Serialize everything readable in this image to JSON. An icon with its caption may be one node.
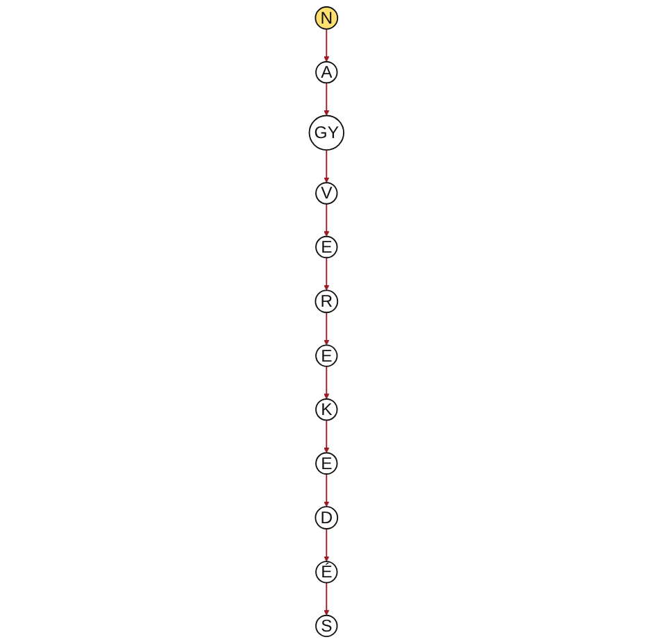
{
  "diagram": {
    "nodes": [
      {
        "text": [
          "N"
        ]
      },
      {
        "text": [
          "É"
        ]
      },
      {
        "text": [
          "V"
        ]
      },
      {
        "text": [
          "E"
        ]
      },
      {
        "text": [
          "E"
        ]
      },
      {
        "text": [
          "A"
        ]
      },
      {
        "text": [
          "S"
        ]
      },
      {
        "text": [
          "E"
        ]
      },
      {
        "text": [
          "D"
        ]
      },
      {
        "text": [
          "K"
        ]
      },
      {
        "text": [
          "GY"
        ]
      },
      {
        "text": [
          "R"
        ]
      }
    ],
    "edges": [
      {
        "from": 0,
        "to": 5,
        "arrow": "to"
      },
      {
        "from": 5,
        "to": 10,
        "arrow": "to"
      },
      {
        "from": 10,
        "to": 2,
        "arrow": "to"
      },
      {
        "from": 2,
        "to": 7,
        "arrow": "to"
      },
      {
        "from": 7,
        "to": 11,
        "arrow": "to"
      },
      {
        "from": 11,
        "to": 4,
        "arrow": "to"
      },
      {
        "from": 4,
        "to": 9,
        "arrow": "to"
      },
      {
        "from": 9,
        "to": 3,
        "arrow": "to"
      },
      {
        "from": 3,
        "to": 8,
        "arrow": "to"
      },
      {
        "from": 8,
        "to": 1,
        "arrow": "to"
      },
      {
        "from": 1,
        "to": 6,
        "arrow": "to"
      }
    ]
  }
}
